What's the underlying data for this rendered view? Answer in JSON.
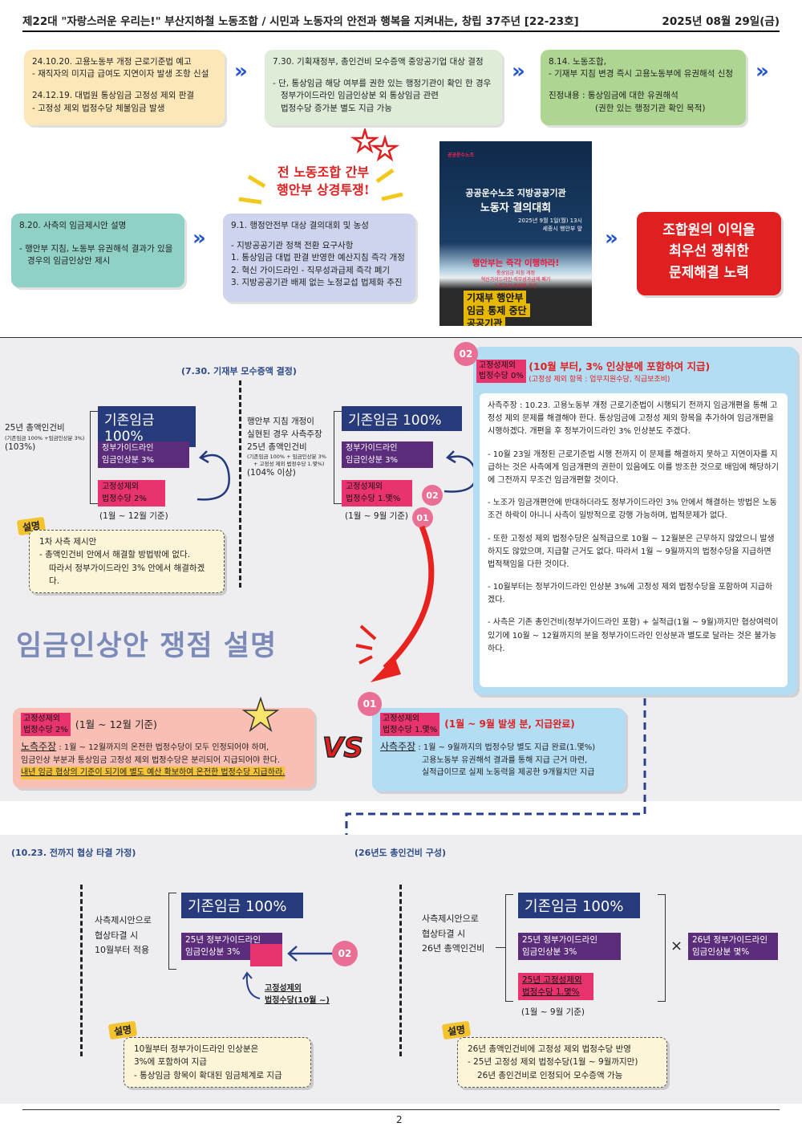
{
  "header": {
    "title": "제22대 \"자랑스러운 우리는!\" 부산지하철 노동조합 / 시민과 노동자의 안전과 행복을 지켜내는, 창립 37주년 [22-23호]",
    "date": "2025년 08월 29일(금)"
  },
  "timeline": {
    "box1": {
      "line1": "24.10.20. 고용노동부 개정 근로기준법 예고",
      "line2": "- 재직자의 미지급 급여도 지연이자 발생 조항 신설",
      "line3": "24.12.19. 대법원 통상임금 고정성 제외 판결",
      "line4": "- 고정성 제외 법정수당 체불임금 발생"
    },
    "box2": {
      "line1": "7.30. 기획재정부, 총인건비 모수증액 중앙공기업 대상 결정",
      "line2": "- 단, 통상임금 해당 여부를 권한 있는 행정기관이 확인 한 경우",
      "line3": "정부가이드라인 임금인상분 외 통상임금 관련",
      "line4": "법정수당 증가분 별도 지급 가능"
    },
    "box3": {
      "line1": "8.14. 노동조합,",
      "line2": "- 기재부 지침 변경 즉시 고용노동부에 유권해석 신청",
      "line3": "진정내용 : 통상임금에 대한 유권해석",
      "line4": "(권한 있는 행정기관 확인 목적)"
    },
    "box4": {
      "line1": "8.20. 사측의 임금제시안 설명",
      "line2": "- 행안부 지침, 노동부 유권해석 결과가 있을",
      "line3": "경우의 임금인상안 제시"
    },
    "box5": {
      "line1": "9.1. 행정안전부 대상 결의대회 및 농성",
      "line2": "- 지방공공기관 정책 전환 요구사항",
      "line3": "1. 통상임금 대법 판결 반영한 예산지침 즉각 개정",
      "line4": "2. 혁신 가이드라인 - 직무성과급제 즉각 폐기",
      "line5": "3. 지방공공기관 배제 없는 노정교섭 법제화 추진"
    },
    "callout": {
      "line1": "전 노동조합 간부",
      "line2": "행안부 상경투쟁!"
    },
    "poster": {
      "org": "공공운수노조",
      "title1": "공공운수노조 지방공공기관",
      "title2": "노동자 결의대회",
      "date": "2025년 9월 1일(월) 13시",
      "place": "세종시 행안부 앞",
      "slogan": "행안부는 즉각 이행하라!",
      "sub1": "통상임금 지침 개정",
      "sub2": "혁신가이드라인·직무성과급제 폐기",
      "sub3": "노정교섭 법제화 추진",
      "sign1": "기재부 행안부",
      "sign2": "임금 통제 중단",
      "sign3": "공공기관"
    },
    "red_box": {
      "line1": "조합원의 이익을",
      "line2": "최우선 쟁취한",
      "line3": "문제해결 노력"
    }
  },
  "section2": {
    "heading": "임금인상안 쟁점 설명",
    "left_diagram": {
      "total_label": "25년 총액인건비",
      "total_sub": "(기존임금 100% +임금인상분 3%)",
      "total_pct": "(103%)",
      "base": "기존임금 100%",
      "guide1": "정부가이드라인",
      "guide2": "임금인상분 3%",
      "fixed1": "고정성제외",
      "fixed2": "법정수당 2%",
      "period": "(1월 ~ 12월 기준)"
    },
    "left_note": {
      "badge": "설명",
      "line1": "1차 사측 제시안",
      "line2": "- 총액인건비 안에서 해결할 방법밖에 없다.",
      "line3": "따라서 정부가이드라인 3% 안에서 해결하겠다."
    },
    "mid_label": "(7.30. 기재부 모수증액 결정)",
    "mid_diagram": {
      "l1": "행안부 지침 개정이",
      "l2": "실현된 경우 사측주장",
      "l3": "25년 총액인건비",
      "sub1": "(기존임금 100% + 임금인상분 3%",
      "sub2": "+ 고정성 제외 법정수당 1.몇%)",
      "pct": "(104% 이상)",
      "base": "기존임금 100%",
      "guide1": "정부가이드라인",
      "guide2": "임금인상분 3%",
      "fixed1": "고정성제외",
      "fixed2": "법정수당 1.몇%",
      "period": "(1월 ~ 9월 기준)",
      "c01": "01",
      "c02": "02"
    },
    "right_box": {
      "circle": "02",
      "tag1": "고정성제외",
      "tag2": "법정수당  0%",
      "head": "(10월 부터, 3% 인상분에 포함하여 지급)",
      "sub": "(고정성 제외 항목 : 업무지원수당, 직급보조비)",
      "p1": "사측주장 : 10.23. 고용노동부 개정 근로기준법이 시행되기 전까지 임금개편을 통해 고정성 제외 문제를 해결해야 한다. 통상임금에 고정성 제외 항목을 추가하여 임금개편을 시행하겠다. 개편을 후 정부가이드라인 3% 인상분도 주겠다.",
      "p2": "- 10월 23일 개정된 근로기준법 시행 전까지 이 문제를 해결하지 못하고 지연이자를 지급하는 것은 사측에게 임금개편의 권한이 있음에도 이를 방조한 것으로 배임에 해당하기에 그전까지 무조건 임금개편할 것이다.",
      "p3": "- 노조가 임금개편안에 반대하더라도 정부가이드라인 3% 안에서 해결하는 방법은 노동조건 하락이 아니니 사측이 일방적으로 강행 가능하며, 법적문제가 없다.",
      "p4": "- 또한 고정성 제외 법정수당은 실적급으로 10월 ~ 12월분은 근무하지 않았으니 발생하지도 않았으며, 지급할 근거도 없다. 따라서 1월 ~ 9월까지의 법정수당을 지급하면 법적책임을 다한 것이다.",
      "p5": "- 10월부터는 정부가이드라인 인상분 3%에 고정성 제외 법정수당을 포함하여 지급하겠다.",
      "p6": "- 사측은 기존 총인건비(정부가이드라인 포함) + 실적급(1월 ~ 9월)까지만 협상여력이 있기에 10월 ~ 12월까지의 분을 정부가이드라인 인상분과 별도로 달라는 것은 불가능하다."
    },
    "union_box": {
      "tag1": "고정성제외",
      "tag2": "법정수당  2%",
      "head": "(1월 ~ 12월 기준)",
      "claim_label": "노측주장",
      "claim_a": " : 1월  ~ 12월까지의 온전한 법정수당이 모두 인정되어야 하며,",
      "claim_b": "임금인상 부분과 통상임금 고정성 제외 법정수당은 분리되어 지급되어야 한다.",
      "claim_c": "내년 임금 협상의 기준이 되기에 별도 예산 확보하여 온전한 법정수당 지급하라."
    },
    "vs": "VS",
    "mgmt_box": {
      "circle": "01",
      "tag1": "고정성제외",
      "tag2": "법정수당  1.몇%",
      "head": "(1월 ~ 9월 발생 분, 지급완료)",
      "claim_label": "사측주장",
      "claim_a": " : 1월  ~ 9월까지의 법정수당 별도 지급 완료(1.몇%)",
      "claim_b": "고용노동부 유권해석 결과를 통해 지급 근거 마련,",
      "claim_c": "실적급이므로 실제 노동력을 제공한 9개월치만 지급"
    }
  },
  "section3": {
    "left_label": "(10.23. 전까지 협상 타결 가정)",
    "right_label": "(26년도 총인건비 구성)",
    "left_diagram": {
      "l1": "사측제시안으로",
      "l2": "협상타결 시",
      "l3": "10월부터 적용",
      "base": "기존임금 100%",
      "guide1": "25년 정부가이드라인",
      "guide2": "임금인상분 3%",
      "circle": "02",
      "fixed1": "고정성제외",
      "fixed2": "법정수당(10월 ~)"
    },
    "left_note": {
      "badge": "설명",
      "line1": "10월부터 정부가이드라인 인상분은",
      "line2": "3%에 포함하여 지급",
      "line3": "- 통상임금 항목이 확대된 임금체계로 지급"
    },
    "right_diagram": {
      "l1": "사측제시안으로",
      "l2": "협상타결 시",
      "l3": "26년 총액인건비",
      "base": "기존임금 100%",
      "guide1": "25년 정부가이드라인",
      "guide2": "임금인상분 3%",
      "fixed1": "25년 고정성제외",
      "fixed2": "법정수당 1.몇%",
      "period": "(1월 ~ 9월 기준)",
      "times": "×",
      "next1": "26년 정부가이드라인",
      "next2": "임금인상분 몇%"
    },
    "right_note": {
      "badge": "설명",
      "line1": "26년 총액인건비에 고정성 제외 법정수당 반영",
      "line2": "- 25년 고정성 제외 법정수당(1월 ~ 9월까지만)",
      "line3": "26년 총인건비로 인정되어 모수증액 가능"
    }
  },
  "footer": {
    "page": "2"
  },
  "colors": {
    "navy": "#263a7c",
    "purple": "#5a2c7a",
    "pink": "#e8336e",
    "red": "#e02020",
    "blue_arrow": "#2255cc"
  }
}
